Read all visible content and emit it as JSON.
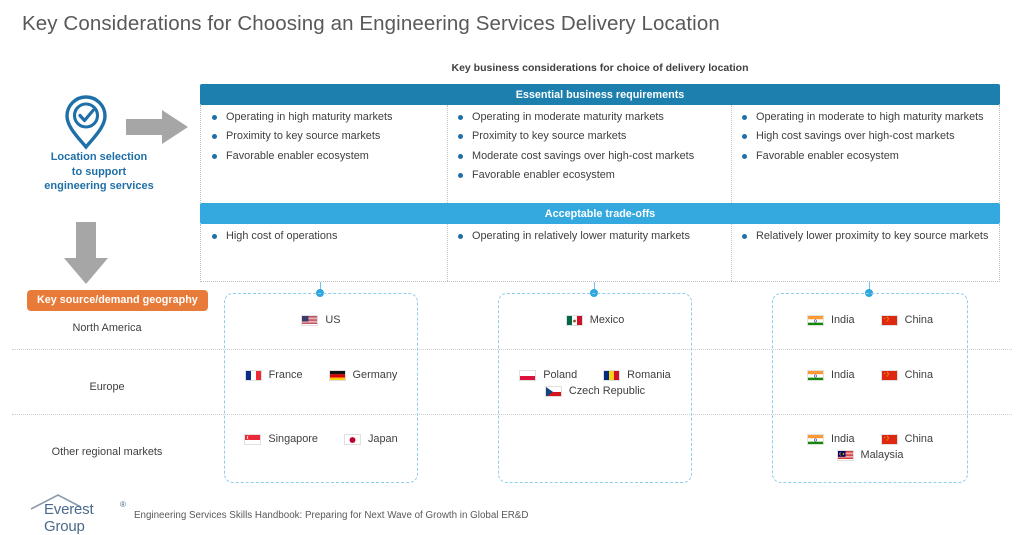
{
  "title": "Key Considerations for Choosing an Engineering Services Delivery Location",
  "section_caption": "Key business considerations for choice of delivery location",
  "left_rail": {
    "label_line1": "Location selection",
    "label_line2": "to support",
    "label_line3": "engineering services"
  },
  "bands": {
    "essential": "Essential business requirements",
    "tradeoffs": "Acceptable trade-offs"
  },
  "essential": {
    "col1": [
      "Operating in high maturity markets",
      "Proximity to key source markets",
      "Favorable enabler ecosystem"
    ],
    "col2": [
      "Operating in moderate maturity markets",
      "Proximity to key source markets",
      "Moderate cost savings over high-cost markets",
      "Favorable enabler ecosystem"
    ],
    "col3": [
      "Operating in moderate to high maturity markets",
      "High cost savings over high-cost markets",
      "Favorable enabler ecosystem"
    ]
  },
  "tradeoffs": {
    "col1": [
      "High cost of operations"
    ],
    "col2": [
      "Operating in relatively lower maturity markets"
    ],
    "col3": [
      "Relatively lower proximity to key source markets"
    ]
  },
  "geography": {
    "badge": "Key source/demand geography",
    "rows": [
      "North America",
      "Europe",
      "Other regional markets"
    ]
  },
  "flag_grid": {
    "col1": {
      "north_america": [
        {
          "name": "US",
          "flag": "us"
        }
      ],
      "europe": [
        {
          "name": "France",
          "flag": "fr"
        },
        {
          "name": "Germany",
          "flag": "de"
        }
      ],
      "other": [
        {
          "name": "Singapore",
          "flag": "sg"
        },
        {
          "name": "Japan",
          "flag": "jp"
        }
      ]
    },
    "col2": {
      "north_america": [
        {
          "name": "Mexico",
          "flag": "mx"
        }
      ],
      "europe": [
        {
          "name": "Poland",
          "flag": "pl"
        },
        {
          "name": "Romania",
          "flag": "ro"
        },
        {
          "name": "Czech Republic",
          "flag": "cz"
        }
      ],
      "other": []
    },
    "col3": {
      "north_america": [
        {
          "name": "India",
          "flag": "in"
        },
        {
          "name": "China",
          "flag": "cn"
        }
      ],
      "europe": [
        {
          "name": "India",
          "flag": "in"
        },
        {
          "name": "China",
          "flag": "cn"
        }
      ],
      "other": [
        {
          "name": "India",
          "flag": "in"
        },
        {
          "name": "China",
          "flag": "cn"
        },
        {
          "name": "Malaysia",
          "flag": "my"
        }
      ]
    }
  },
  "footer": {
    "logo_text": "Everest Group",
    "logo_registered": "®",
    "caption": "Engineering Services Skills Handbook: Preparing for Next Wave of Growth in Global ER&D"
  },
  "colors": {
    "essential_band": "#1C7FAE",
    "tradeoffs_band": "#33A9E0",
    "geo_badge": "#E87B39",
    "bullet": "#1F6FA8",
    "left_label": "#1F6FA8",
    "box_border": "#8FCDEF",
    "title": "#58595B"
  }
}
